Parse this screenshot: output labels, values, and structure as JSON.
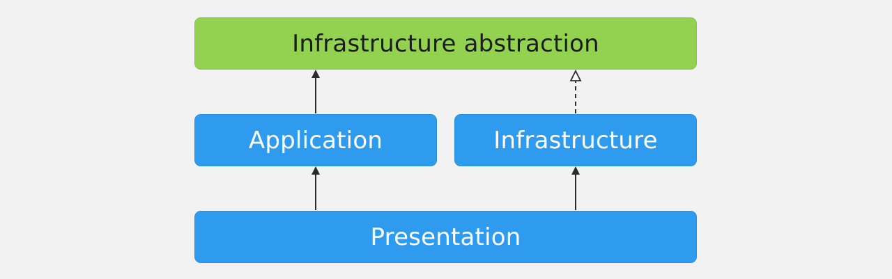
{
  "diagram": {
    "nodes": {
      "infrastructure_abstraction": "Infrastructure abstraction",
      "application": "Application",
      "infrastructure": "Infrastructure",
      "presentation": "Presentation"
    },
    "edges": [
      {
        "from": "application",
        "to": "infrastructure_abstraction",
        "style": "solid",
        "head": "filled"
      },
      {
        "from": "infrastructure",
        "to": "infrastructure_abstraction",
        "style": "dashed",
        "head": "hollow-triangle"
      },
      {
        "from": "presentation",
        "to": "application",
        "style": "solid",
        "head": "filled"
      },
      {
        "from": "presentation",
        "to": "infrastructure",
        "style": "solid",
        "head": "filled"
      }
    ],
    "colors": {
      "background": "#f2f2f2",
      "layer_blue": "#2e9bef",
      "abstraction_green": "#92d250",
      "arrow": "#2b2b2b"
    }
  }
}
